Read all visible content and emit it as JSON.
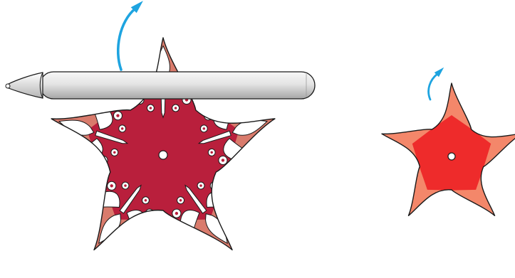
{
  "diagram": {
    "kind": "instructional-illustration",
    "title": "",
    "figures": [
      {
        "id": "large-flower",
        "petal_count": 5,
        "has_cutout_pattern": true,
        "tool": "stylus",
        "has_curl_arrow": true
      },
      {
        "id": "small-flower",
        "petal_count": 5,
        "has_cutout_pattern": false,
        "tool": "",
        "has_curl_arrow": true
      }
    ],
    "colors": {
      "large_center": "#B91F3C",
      "large_tip": "#D97B6C",
      "small_center": "#EE2B2B",
      "small_tip": "#F4876A",
      "arrow": "#1EA4E0",
      "outline": "#1a1a1a",
      "stylus_light": "#F7F7F7",
      "stylus_dark": "#A5A5A5"
    },
    "icons": [
      "curl-arrow-icon",
      "stylus-icon"
    ]
  }
}
